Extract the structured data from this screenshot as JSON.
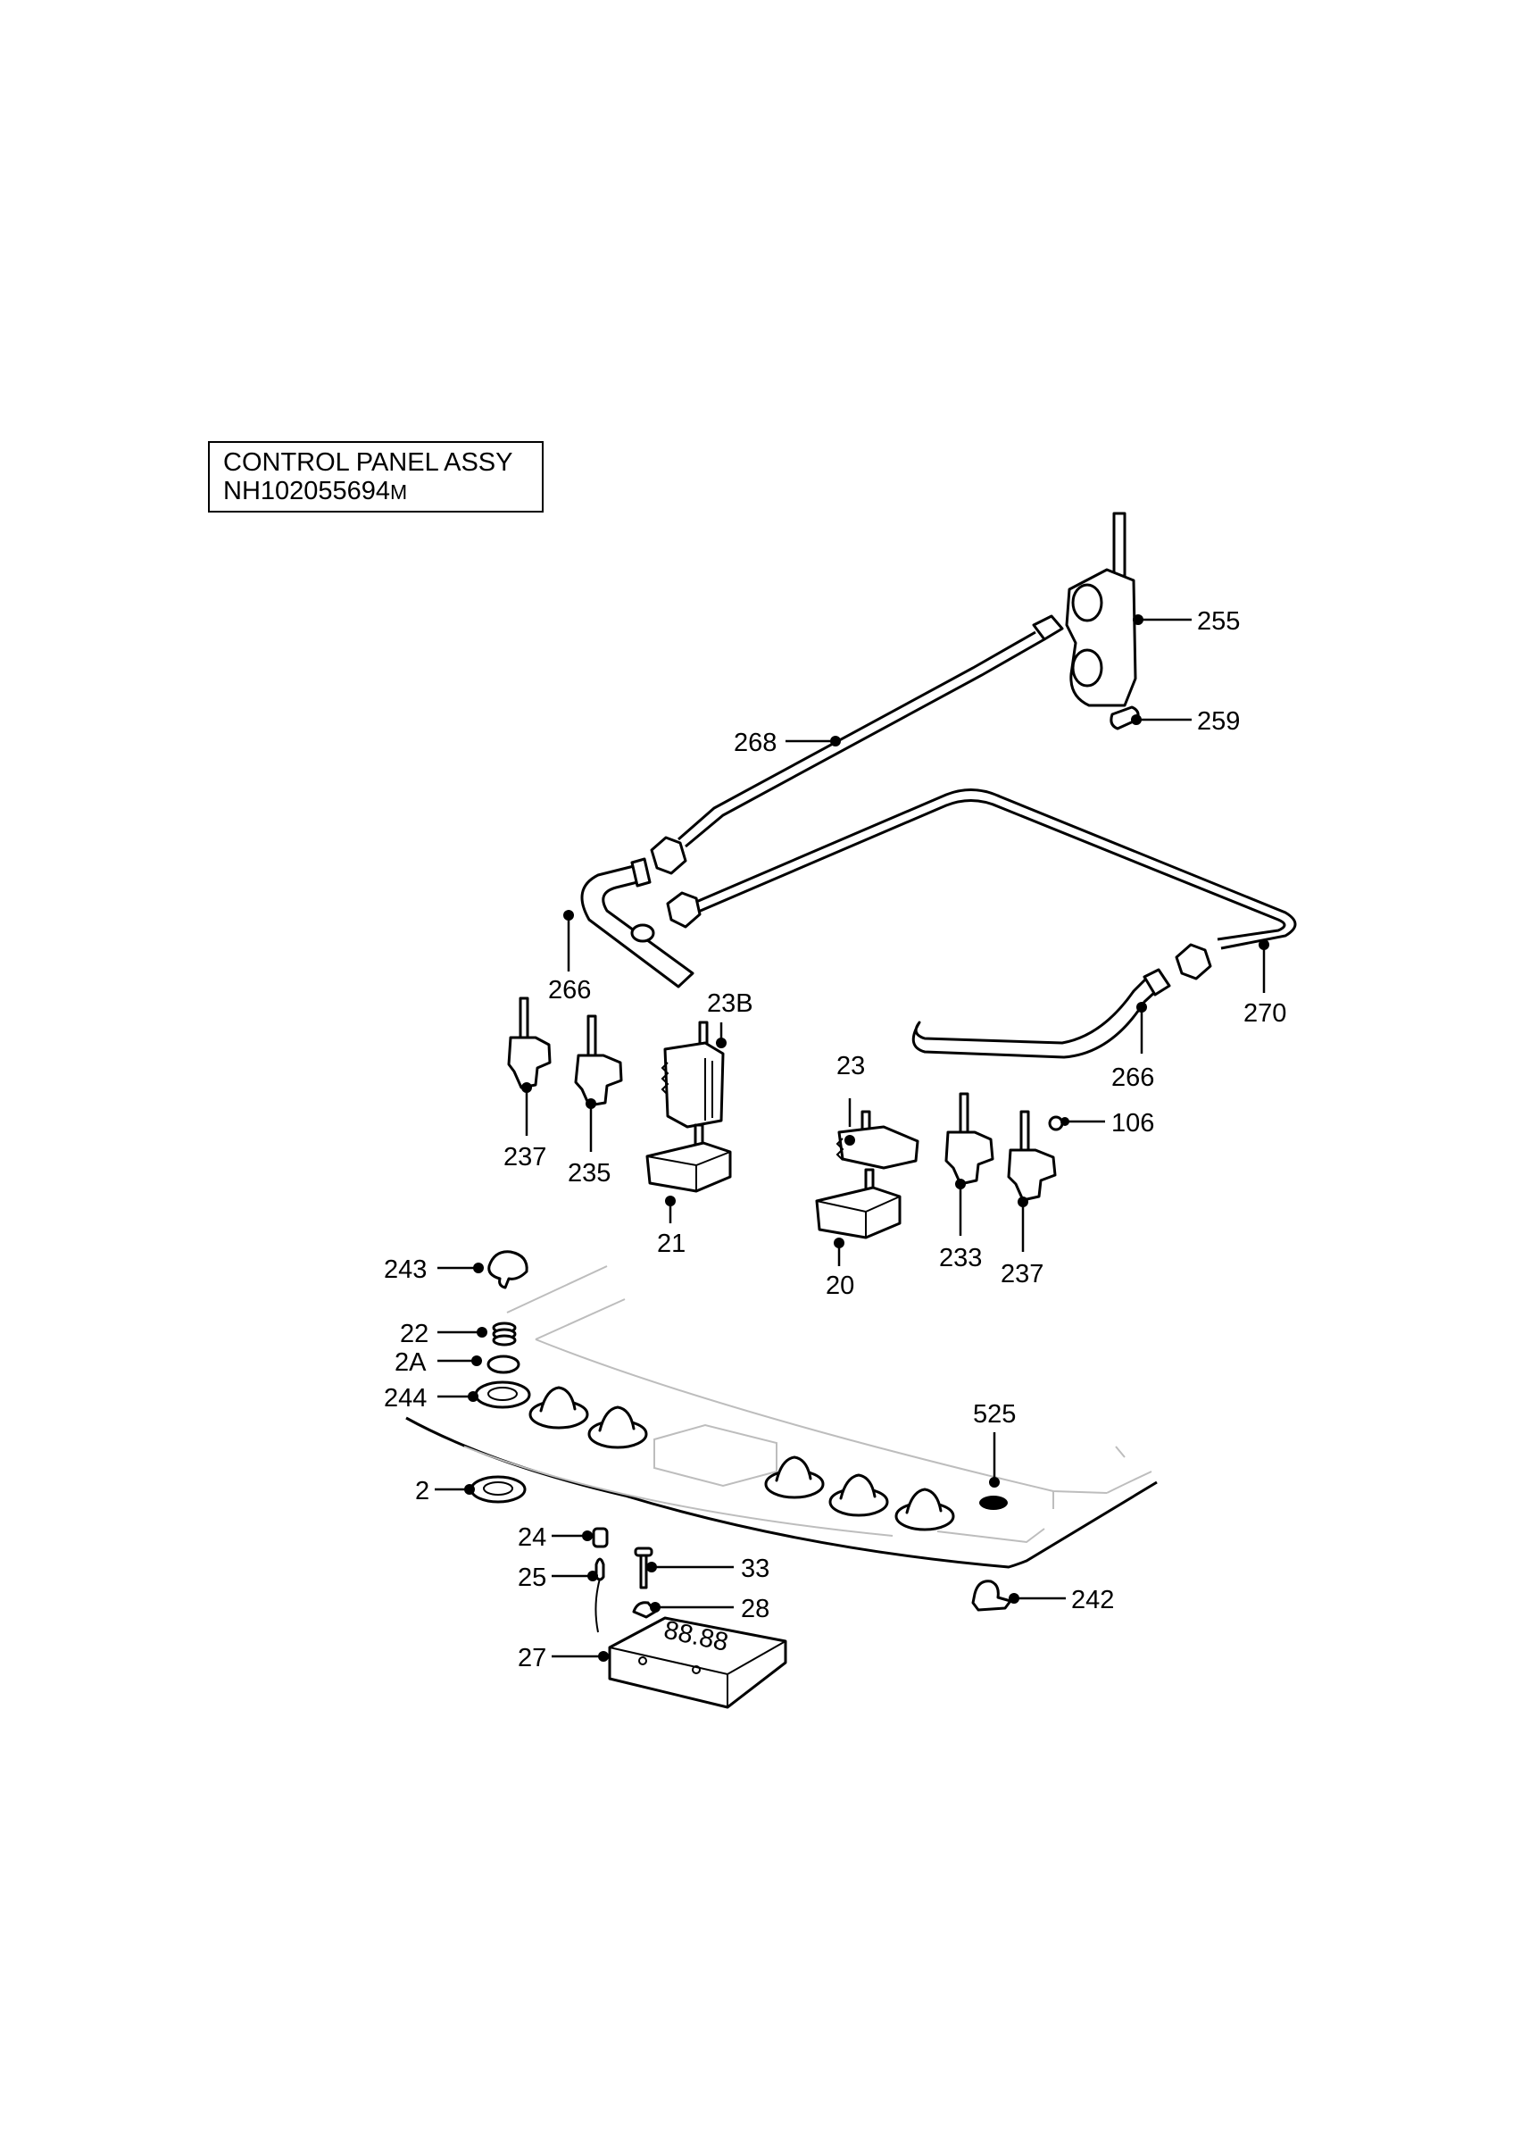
{
  "title": {
    "line1": "CONTROL PANEL ASSY",
    "line2_code": "NH102055694",
    "line2_suffix": "M"
  },
  "callouts": {
    "c255": "255",
    "c259": "259",
    "c268": "268",
    "c266a": "266",
    "c23B": "23B",
    "c270": "270",
    "c266b": "266",
    "c23": "23",
    "c106": "106",
    "c237a": "237",
    "c235": "235",
    "c21": "21",
    "c20": "20",
    "c233": "233",
    "c237b": "237",
    "c243": "243",
    "c22": "22",
    "c2A": "2A",
    "c244": "244",
    "c525": "525",
    "c2": "2",
    "c24": "24",
    "c33": "33",
    "c25": "25",
    "c28": "28",
    "c242": "242",
    "c27": "27"
  },
  "display_readout": "88.88"
}
